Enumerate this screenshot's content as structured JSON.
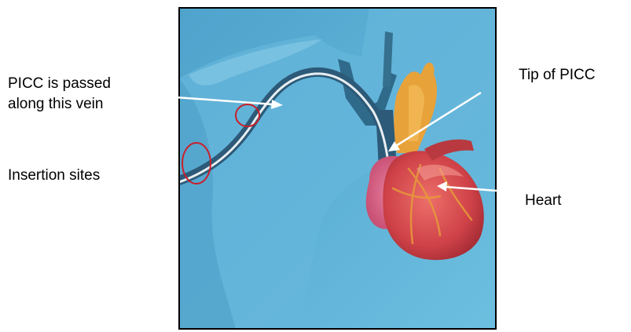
{
  "labels": {
    "picc_line1": "PICC is passed",
    "picc_line2": "along this vein",
    "insertion_sites": "Insertion sites",
    "tip_of_picc": "Tip of PICC",
    "heart": "Heart"
  },
  "colors": {
    "background_blue": "#5fb1d6",
    "vein": "#2c5a78",
    "catheter": "#e8eef2",
    "aorta": "#e8a23a",
    "heart_red": "#d24a4f",
    "heart_pink": "#d9577a",
    "marker_circle": "#c8202a",
    "arrow": "#ffffff",
    "frame": "#000000"
  }
}
